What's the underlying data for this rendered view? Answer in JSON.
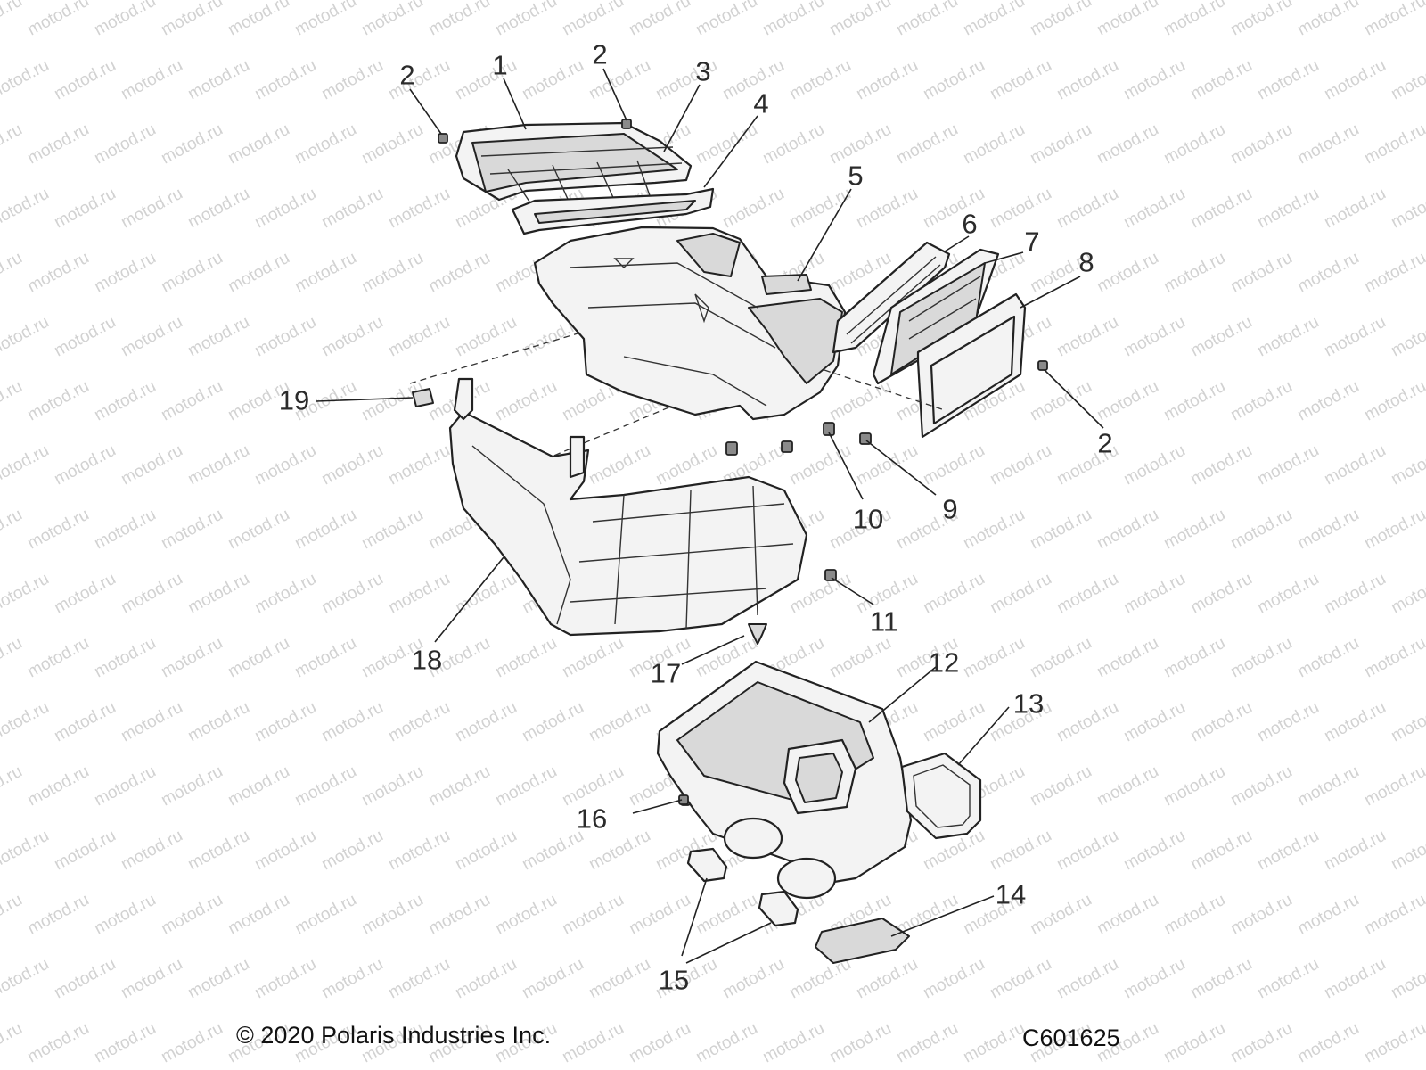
{
  "diagram": {
    "watermark_text": "motod.ru",
    "copyright": "© 2020 Polaris Industries Inc.",
    "drawing_number": "C601625",
    "callouts": [
      {
        "id": "c2a",
        "label": "2"
      },
      {
        "id": "c1",
        "label": "1"
      },
      {
        "id": "c2b",
        "label": "2"
      },
      {
        "id": "c3",
        "label": "3"
      },
      {
        "id": "c4",
        "label": "4"
      },
      {
        "id": "c5",
        "label": "5"
      },
      {
        "id": "c6",
        "label": "6"
      },
      {
        "id": "c7",
        "label": "7"
      },
      {
        "id": "c8",
        "label": "8"
      },
      {
        "id": "c2c",
        "label": "2"
      },
      {
        "id": "c19",
        "label": "19"
      },
      {
        "id": "c9",
        "label": "9"
      },
      {
        "id": "c10",
        "label": "10"
      },
      {
        "id": "c11",
        "label": "11"
      },
      {
        "id": "c18",
        "label": "18"
      },
      {
        "id": "c17",
        "label": "17"
      },
      {
        "id": "c12",
        "label": "12"
      },
      {
        "id": "c13",
        "label": "13"
      },
      {
        "id": "c16",
        "label": "16"
      },
      {
        "id": "c14",
        "label": "14"
      },
      {
        "id": "c15",
        "label": "15"
      }
    ]
  }
}
